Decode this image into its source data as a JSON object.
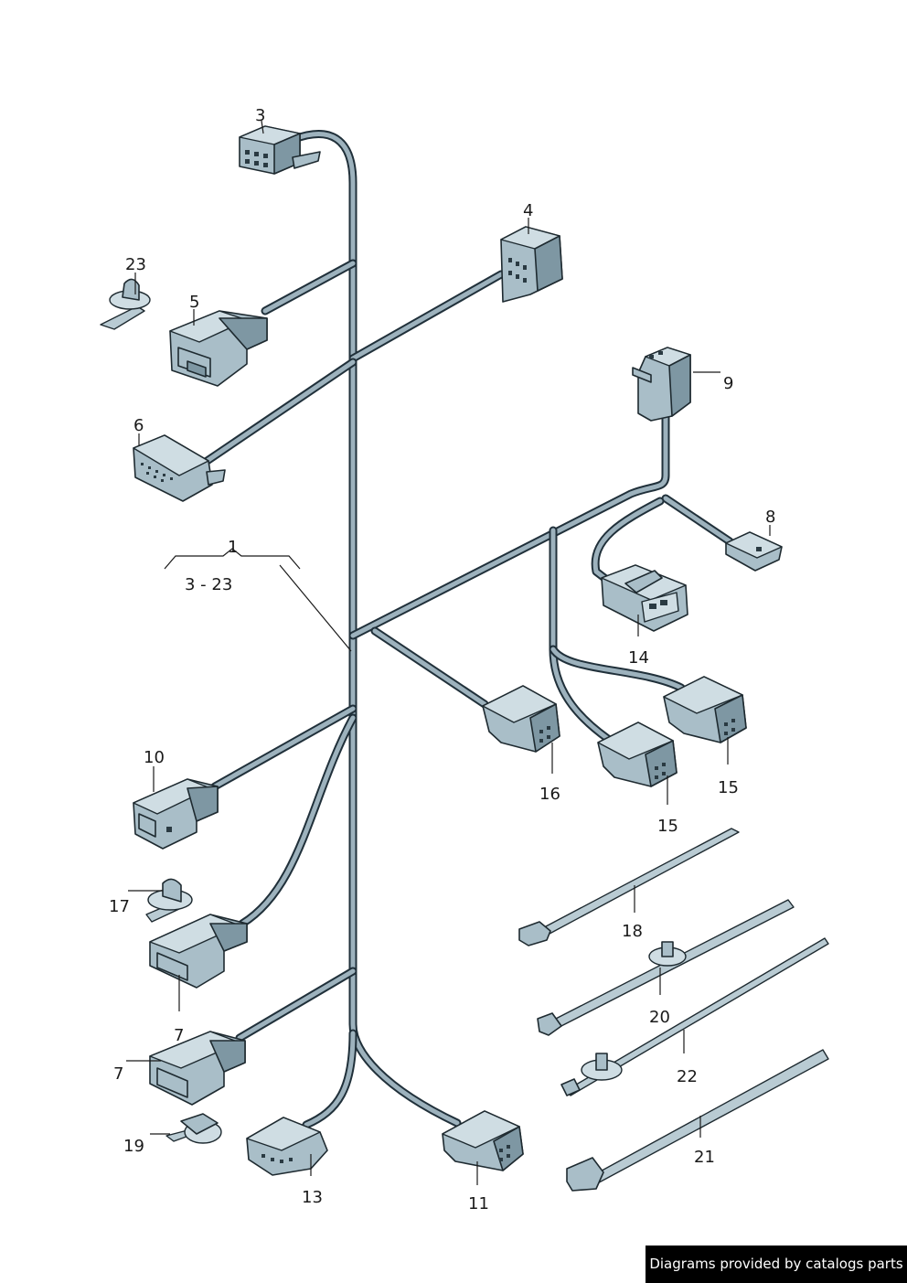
{
  "labels": {
    "l1": "1",
    "l1_range": "3 - 23",
    "l3": "3",
    "l4": "4",
    "l5": "5",
    "l6": "6",
    "l7a": "7",
    "l7b": "7",
    "l8": "8",
    "l9": "9",
    "l10": "10",
    "l11": "11",
    "l13": "13",
    "l14": "14",
    "l15a": "15",
    "l15b": "15",
    "l16": "16",
    "l17": "17",
    "l18": "18",
    "l19": "19",
    "l20": "20",
    "l21": "21",
    "l22": "22",
    "l23": "23"
  },
  "credit": "Diagrams provided by catalogs parts",
  "colors": {
    "wire_outline": "#20303a",
    "wire_fill": "#9db2bd",
    "connector_fill": "#a9bec8",
    "credit_bg": "#000000"
  }
}
